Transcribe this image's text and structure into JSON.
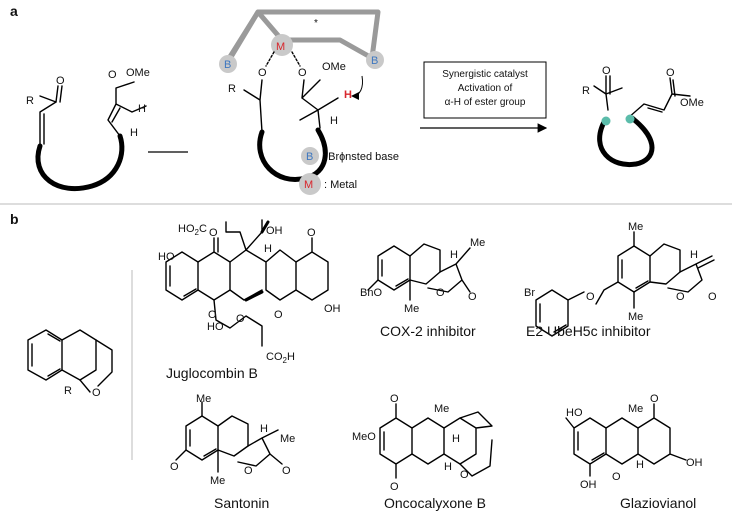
{
  "panel_a": {
    "label": "a",
    "substrate": {
      "R": "R",
      "O": "O",
      "OMe": "OMe",
      "H": "H"
    },
    "ts": {
      "B": "B",
      "M": "M",
      "O1": "O",
      "O2": "O",
      "R": "R",
      "OMe": "OMe",
      "H_red": "H",
      "H": "H",
      "star": "*"
    },
    "legend": [
      {
        "symbol": "B",
        "text": ": Brɸnsted base"
      },
      {
        "symbol": "M",
        "text": ": Metal"
      }
    ],
    "arrow_box": [
      "Synergistic catalyst",
      "Activation of",
      "α-H of ester group"
    ],
    "product": {
      "R": "R",
      "O": "O",
      "O2": "O",
      "OMe": "OMe"
    }
  },
  "panel_b": {
    "label": "b",
    "core": {
      "R": "R",
      "O": "O"
    },
    "compounds": [
      {
        "name": "Juglocombin B"
      },
      {
        "name": "COX-2 inhibitor"
      },
      {
        "name": "E2 UbeH5c inhibitor"
      },
      {
        "name": "Santonin"
      },
      {
        "name": "Oncocalyxone B"
      },
      {
        "name": "Glaziovianol"
      }
    ],
    "atoms": {
      "ho2c": "HO2C",
      "oh": "OH",
      "ho": "HO",
      "o": "O",
      "h": "H",
      "co2h": "CO2H",
      "bno": "BnO",
      "me": "Me",
      "br": "Br",
      "meo": "MeO"
    }
  },
  "colors": {
    "base": "#3f78c0",
    "metal": "#d8262c",
    "bead": "#5bbcaa",
    "grey": "#9a9a9a"
  }
}
